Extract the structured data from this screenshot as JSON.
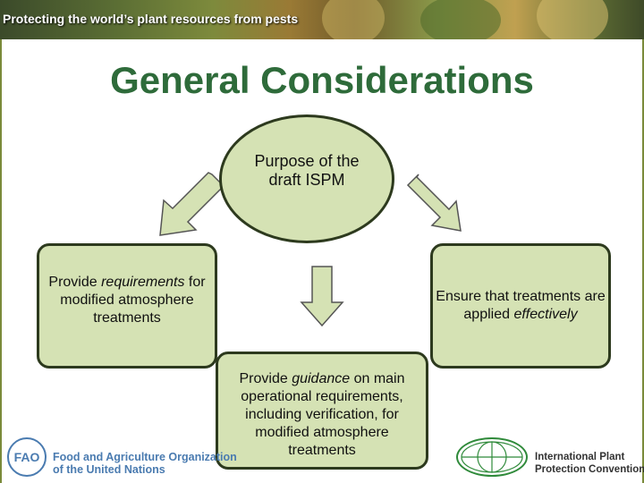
{
  "banner": {
    "text": "Protecting the world’s plant resources from pests"
  },
  "slide": {
    "title": "General Considerations"
  },
  "center_node": {
    "line1": "Purpose of the",
    "line2": "draft ISPM"
  },
  "left_node": {
    "pre": "Provide ",
    "em": "requirements",
    "rest": "for modified atmosphere treatments"
  },
  "right_node": {
    "pre": "Ensure that treatments are applied ",
    "em": "effectively"
  },
  "bottom_node": {
    "pre": "Provide ",
    "em": "guidance",
    "rest": " on main operational requirements, including verification, for modified atmosphere treatments"
  },
  "footer": {
    "fao_mark": "FAO",
    "fao_line1": "Food and Agriculture Organization",
    "fao_line2": "of the United Nations",
    "ippc_line1": "International Plant",
    "ippc_line2": "Protection Convention"
  },
  "colors": {
    "title": "#2e6b3a",
    "node_fill": "#d5e2b4",
    "node_border": "#2d3a1e",
    "arrow_fill": "#d5e2b4",
    "fao_blue": "#4a7bb0",
    "ippc_green": "#2f8a3a"
  }
}
